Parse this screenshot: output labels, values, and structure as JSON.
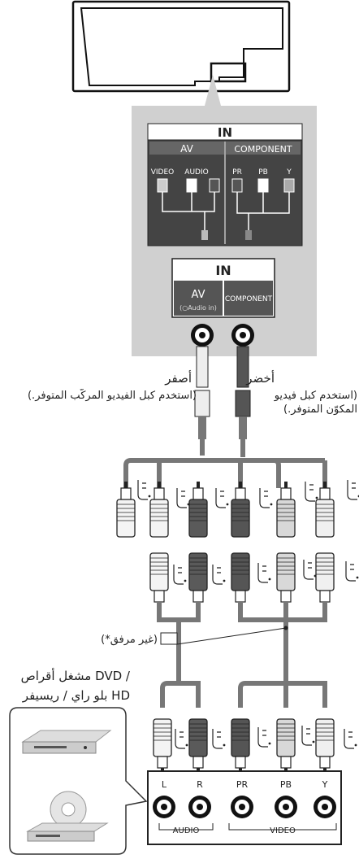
{
  "tv_panel": {
    "in_label": "IN",
    "av_label": "AV",
    "component_label": "COMPONENT",
    "video_label": "VIDEO",
    "audio_label": "AUDIO",
    "pr_label": "PR",
    "pb_label": "PB",
    "y_label": "Y",
    "jack_in_label": "IN",
    "jack_av_label": "AV",
    "jack_audio_in_label": "(○Audio in)",
    "jack_component_label": "COMPONENT"
  },
  "cables": {
    "yellow_label": "أصفر",
    "green_label": "أخضر",
    "composite_note": "(استخدم كبل الفيديو المركّب المتوفر.)",
    "component_note": "(استخدم كبل فيديو المكوّن المتوفر.)",
    "not_included": "(*غير مرفق)"
  },
  "device": {
    "title_line1": "مشغل أقراص DVD /",
    "title_line2": "بلو راي / ريسيفر HD"
  },
  "device_panel": {
    "l_label": "L",
    "r_label": "R",
    "pr_label": "PR",
    "pb_label": "PB",
    "y_label": "Y",
    "audio_label": "AUDIO",
    "video_label": "VIDEO"
  },
  "connector_marks": [
    "أحمر",
    "أبيض",
    "أصفر",
    "أزرق",
    "أخضر"
  ]
}
